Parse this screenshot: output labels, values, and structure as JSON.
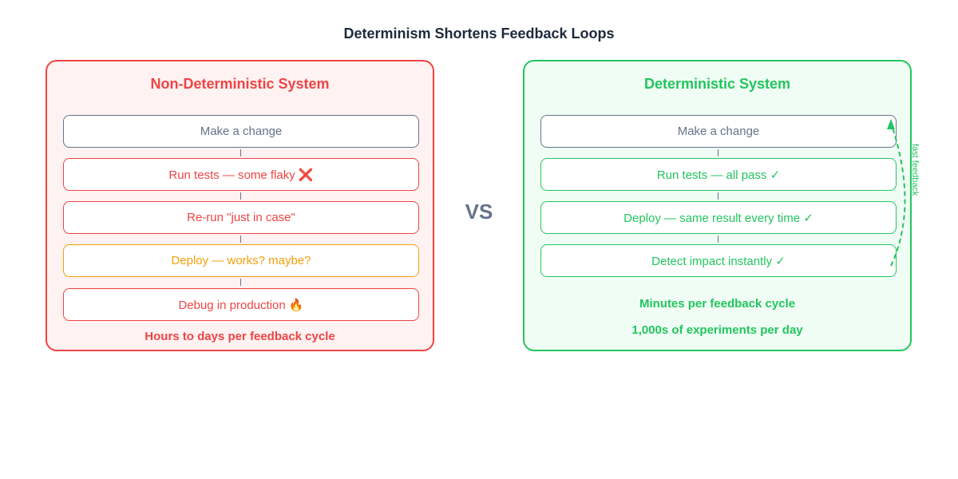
{
  "title": "Determinism Shortens Feedback Loops",
  "vs_label": "VS",
  "colors": {
    "red": "#ef4444",
    "green": "#22c55e",
    "amber": "#f59e0b",
    "slate": "#64748b",
    "title": "#1e293b"
  },
  "left_panel": {
    "title": "Non-Deterministic System",
    "steps": [
      {
        "label": "Make a change",
        "tone": "slate"
      },
      {
        "label": "Run tests — some flaky ❌",
        "tone": "red"
      },
      {
        "label": "Re-run \"just in case\"",
        "tone": "red"
      },
      {
        "label": "Deploy — works? maybe?",
        "tone": "amber"
      },
      {
        "label": "Debug in production 🔥",
        "tone": "red"
      }
    ],
    "footer": "Hours to days per feedback cycle"
  },
  "right_panel": {
    "title": "Deterministic System",
    "steps": [
      {
        "label": "Make a change",
        "tone": "slate"
      },
      {
        "label": "Run tests — all pass ✓",
        "tone": "green"
      },
      {
        "label": "Deploy — same result every time ✓",
        "tone": "green"
      },
      {
        "label": "Detect impact instantly ✓",
        "tone": "green"
      }
    ],
    "footer_lines": [
      "Minutes per feedback cycle",
      "1,000s of experiments per day"
    ],
    "feedback_arrow_label": "fast feedback"
  }
}
